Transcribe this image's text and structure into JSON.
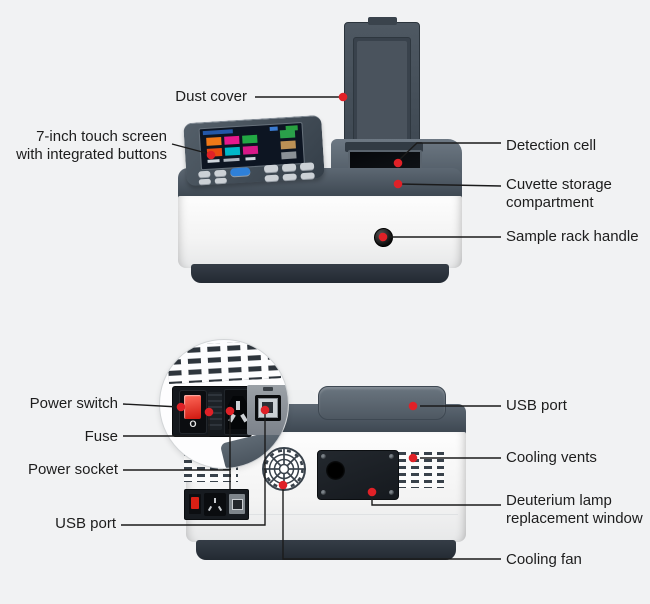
{
  "diagram": {
    "title": "Spectrophotometer annotated parts diagram",
    "views": [
      {
        "name": "front view",
        "callouts": [
          "Dust cover",
          "7-inch touch screen with integrated buttons",
          "Detection cell",
          "Cuvette storage compartment",
          "Sample rack handle"
        ]
      },
      {
        "name": "rear view with magnified power-inlet inset",
        "callouts": [
          "Power switch",
          "Fuse",
          "Power socket",
          "USB port",
          "USB port",
          "Cooling vents",
          "Deuterium lamp replacement window",
          "Cooling fan"
        ]
      }
    ]
  },
  "labels": {
    "dust_cover": "Dust cover",
    "touch_screen_1": "7-inch touch screen",
    "touch_screen_2": "with integrated buttons",
    "detection_cell": "Detection cell",
    "cuvette_1": "Cuvette storage",
    "cuvette_2": "compartment",
    "sample_rack": "Sample rack handle",
    "power_switch": "Power switch",
    "fuse": "Fuse",
    "power_socket": "Power socket",
    "usb_left": "USB port",
    "usb_right": "USB port",
    "cooling_vents": "Cooling vents",
    "deuterium_1": "Deuterium lamp",
    "deuterium_2": "replacement window",
    "cooling_fan": "Cooling fan"
  },
  "markings": {
    "power_switch_off": "O"
  },
  "colors": {
    "background": "#f1f2f3",
    "accent-red": "#e02127",
    "line": "#1b1b1b",
    "slate-dark": "#3c4650",
    "slate-light": "#6a7580",
    "body-white": "#fafafa",
    "base-dark": "#2c333c",
    "screen-bg": "#0d1522",
    "tile-orange": "#f07818",
    "tile-magenta": "#e8188c",
    "tile-green": "#22a844",
    "tile-red": "#e84a10",
    "tile-cyan": "#00b8c8",
    "tile-tan": "#bb9055",
    "button-blue": "#2f80d8",
    "switch-red": "#e02015"
  }
}
